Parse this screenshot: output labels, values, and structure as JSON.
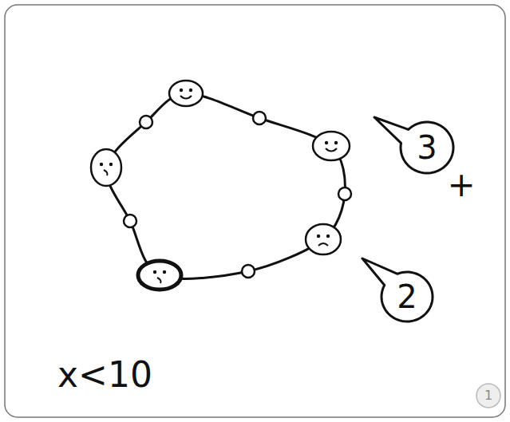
{
  "diagram": {
    "nodes": [
      {
        "text": [
          "3"
        ]
      },
      {
        "text": [
          "2"
        ]
      },
      {
        "text": [
          "1"
        ]
      }
    ],
    "labels": [
      "+",
      "x<10"
    ]
  }
}
